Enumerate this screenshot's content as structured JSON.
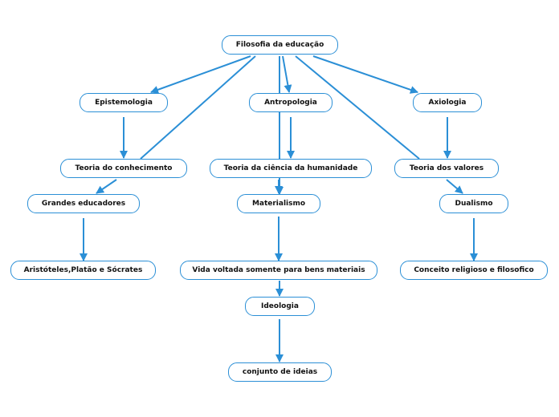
{
  "colors": {
    "accent": "#2b8fd6",
    "text": "#111111",
    "background": "#ffffff"
  },
  "nodes": {
    "root": "Filosofia da educação",
    "epistemologia": "Epistemologia",
    "antropologia": "Antropologia",
    "axiologia": "Axiologia",
    "teoria_conhecimento": "Teoria do conhecimento",
    "teoria_ciencia": "Teoria da ciência da humanidade",
    "teoria_valores": "Teoria dos valores",
    "grandes_educadores": "Grandes educadores",
    "materialismo": "Materialismo",
    "dualismo": "Dualismo",
    "aristoteles": "Aristóteles,Platão e Sócrates",
    "vida_voltada": "Vida voltada somente para bens materiais",
    "conceito": "Conceito religioso e filosofico",
    "ideologia": "Ideologia",
    "conjunto": "conjunto de ideias"
  }
}
